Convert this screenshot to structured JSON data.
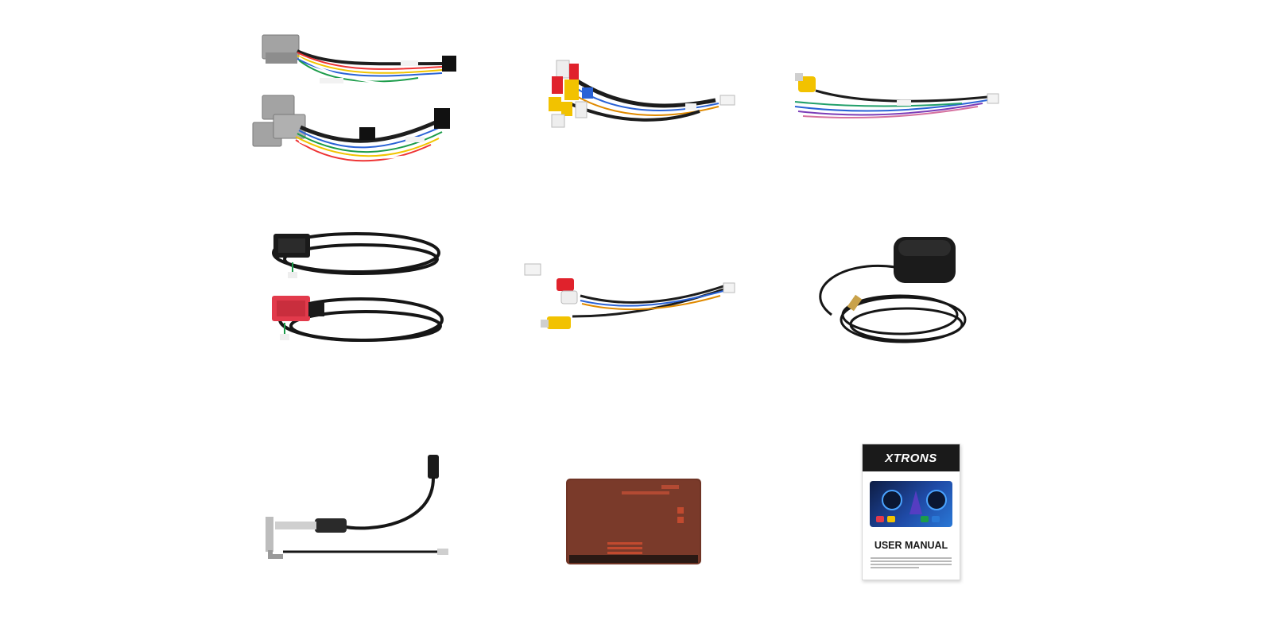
{
  "items": [
    {
      "name": "main-power-harness",
      "label": ""
    },
    {
      "name": "rca-output-harness",
      "label": ""
    },
    {
      "name": "reverse-camera-harness",
      "label": ""
    },
    {
      "name": "usb-extension-cables",
      "label": ""
    },
    {
      "name": "audio-video-rca-cable",
      "label": ""
    },
    {
      "name": "gps-antenna",
      "label": ""
    },
    {
      "name": "radio-antenna-adapter",
      "label": ""
    },
    {
      "name": "canbus-decoder-box",
      "label": ""
    },
    {
      "name": "user-manual",
      "label": ""
    }
  ],
  "manual": {
    "brand": "XTRONS",
    "title": "USER MANUAL"
  },
  "colors": {
    "cable_black": "#161616",
    "connector_grey": "#9b9b9b",
    "rca_red": "#e0222c",
    "rca_yellow": "#f2c200",
    "rca_white": "#eeeeee",
    "usb_red": "#e23a4b",
    "box_brown": "#7a3a2a",
    "manual_header": "#1a1a1a"
  }
}
